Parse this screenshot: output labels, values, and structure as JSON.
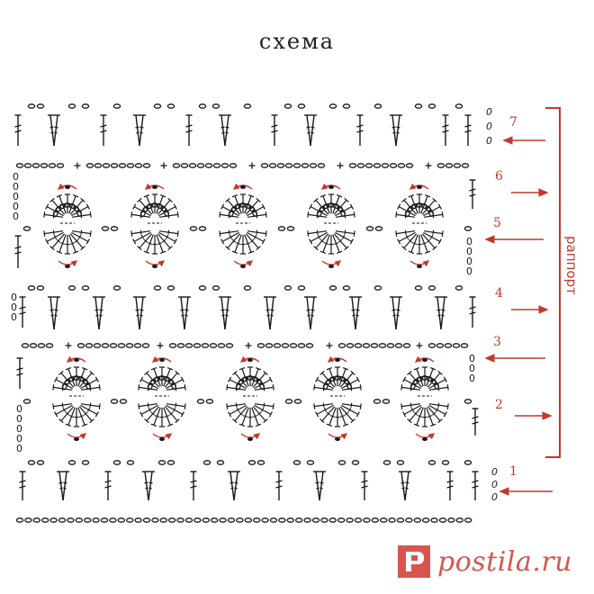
{
  "title": "схема",
  "repeat_label": "раппорт",
  "row_numbers": [
    "1",
    "2",
    "3",
    "4",
    "5",
    "6",
    "7"
  ],
  "colors": {
    "ink": "#1a1a1a",
    "arrow": "#c0392b",
    "bracket": "#c0392b",
    "row_number": "#c0392b",
    "watermark": "#d8554f"
  },
  "watermark": {
    "text": "postila.ru"
  }
}
